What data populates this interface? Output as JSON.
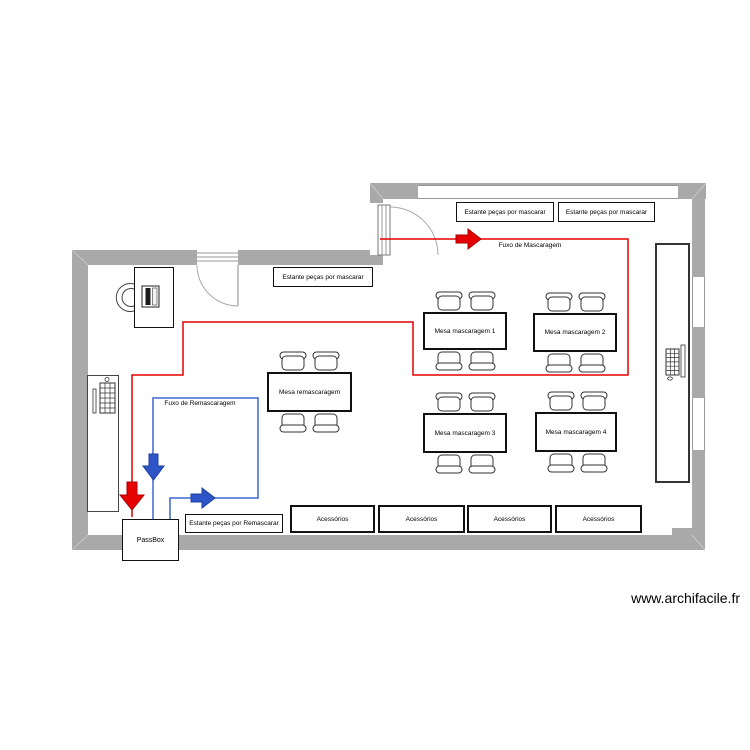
{
  "watermark": "www.archifacile.fr",
  "colors": {
    "wall": "#a9a9a9",
    "flow_masking": "#e60000",
    "flow_remasking": "#2d55c8"
  },
  "flows": {
    "masking": {
      "label": "Fuxo de Mascaragem"
    },
    "remasking": {
      "label": "Fuxo de Remascaragem"
    }
  },
  "shelves": {
    "masking": [
      {
        "label": "Estante peças por mascarar"
      },
      {
        "label": "Estante peças por mascarar"
      },
      {
        "label": "Estante peças por mascarar"
      }
    ],
    "remasking": {
      "label": "Estante peças por Remascarar"
    }
  },
  "accessories": [
    {
      "label": "Acessórios"
    },
    {
      "label": "Acessórios"
    },
    {
      "label": "Acessórios"
    },
    {
      "label": "Acessórios"
    }
  ],
  "tables": [
    {
      "label": "Mesa mascaragem 1"
    },
    {
      "label": "Mesa mascaragem 2"
    },
    {
      "label": "Mesa remascaragem"
    },
    {
      "label": "Mesa mascaragem 3"
    },
    {
      "label": "Mesa mascaragem 4"
    }
  ],
  "passbox": {
    "label": "PassBox"
  }
}
